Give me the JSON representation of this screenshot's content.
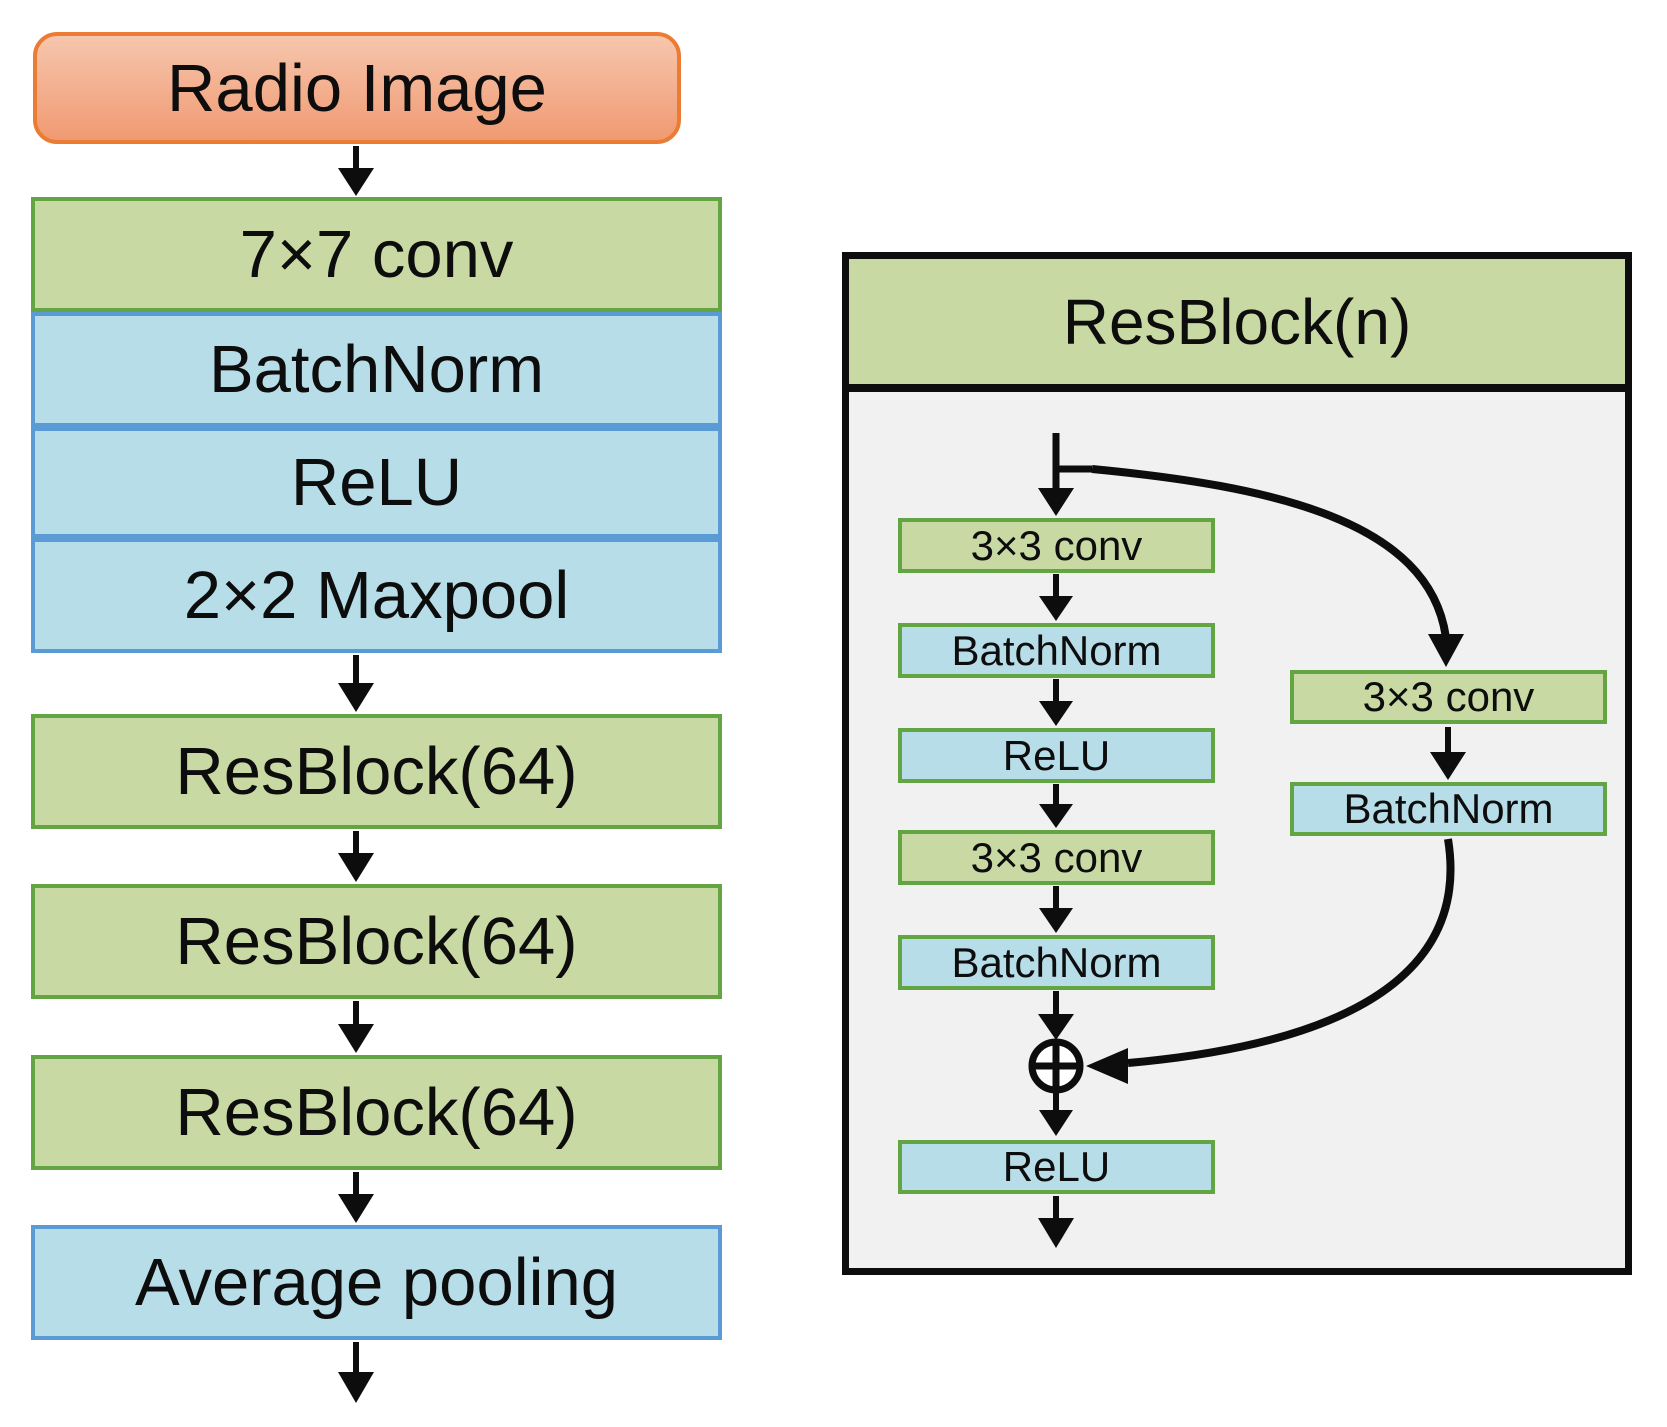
{
  "backbone": {
    "input": "Radio Image",
    "stem": [
      "7×7 conv",
      "BatchNorm",
      "ReLU",
      "2×2 Maxpool"
    ],
    "res_blocks": [
      "ResBlock(64)",
      "ResBlock(64)",
      "ResBlock(64)"
    ],
    "pooling": "Average pooling"
  },
  "resblock_detail": {
    "title": "ResBlock(n)",
    "main_path": [
      "3×3 conv",
      "BatchNorm",
      "ReLU",
      "3×3 conv",
      "BatchNorm"
    ],
    "merge_operator": "⊕",
    "output_activation": "ReLU",
    "shortcut_path": [
      "3×3 conv",
      "BatchNorm"
    ]
  },
  "colors": {
    "green_fill": "#c8d9a3",
    "green_border": "#63a443",
    "blue_fill": "#b7dde8",
    "blue_border": "#5b9bd5",
    "orange_fill_top": "#f6c6ad",
    "orange_fill_bottom": "#f09a72",
    "orange_border": "#ec7c33",
    "panel_bg": "#f1f1f1",
    "line": "#0d0d0d"
  }
}
